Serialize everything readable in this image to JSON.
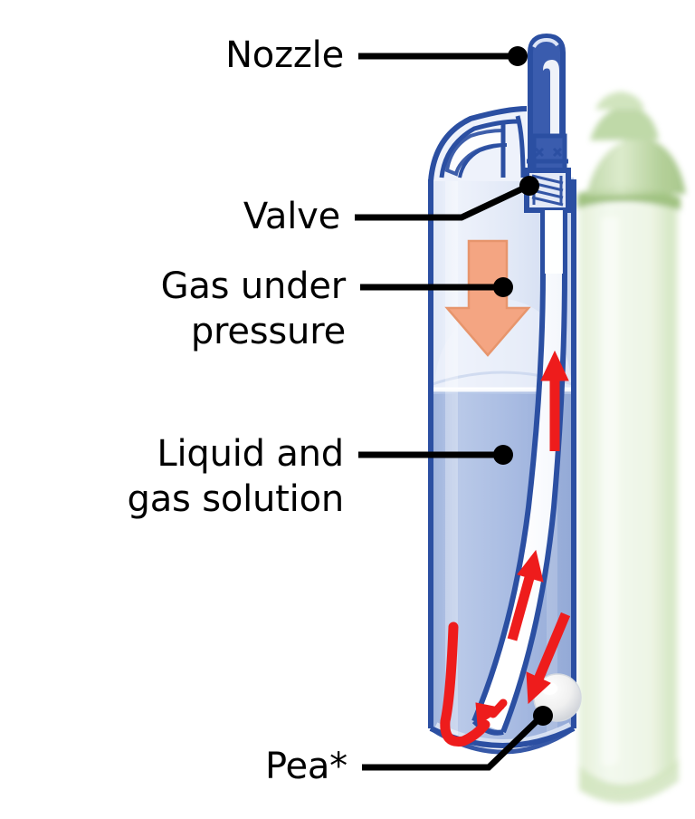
{
  "diagram": {
    "title": "Aerosol spray can cutaway diagram",
    "labels": {
      "nozzle": "Nozzle",
      "valve": "Valve",
      "gas_line1": "Gas under",
      "gas_line2": "pressure",
      "liquid_line1": "Liquid and",
      "liquid_line2": "gas solution",
      "pea": "Pea*"
    },
    "colors": {
      "outline_blue": "#2B4FA2",
      "can_fill_light": "#e8eef9",
      "liquid_fill": "#a9bde2",
      "arrow_red": "#ee1c1c",
      "pressure_arrow": "#f4a582",
      "pressure_arrow_stroke": "#e08a63",
      "photo_green_body": "#eaf3e0",
      "photo_green_cap": "#a9c98a",
      "leader_black": "#000000",
      "pea_white": "#f2f2f2",
      "text": "#000000"
    },
    "parts": [
      "nozzle",
      "valve",
      "gas under pressure",
      "liquid and gas solution",
      "dip tube",
      "pea"
    ],
    "flow_arrows": {
      "count": 5,
      "description": "red arrows showing propellant and liquid flow up the dip tube"
    },
    "pressure_arrow": {
      "direction": "down",
      "description": "large salmon arrow indicating gas pressure pushing down"
    }
  }
}
